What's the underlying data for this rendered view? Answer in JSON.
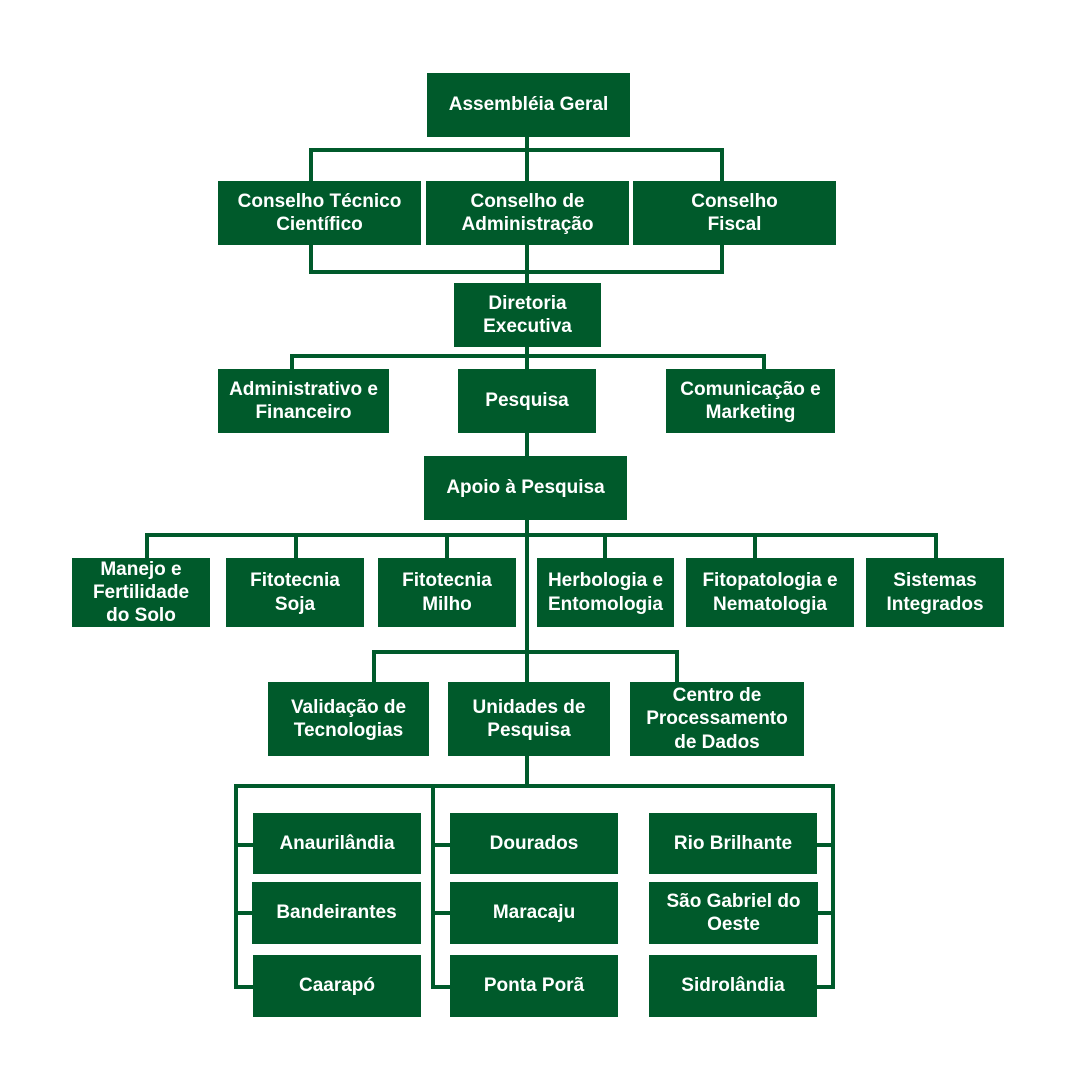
{
  "colors": {
    "box": "#005a2b",
    "line": "#005a2b",
    "text": "#ffffff"
  },
  "nodes": {
    "assembleia": "Assembléia Geral",
    "conselho_tecnico": "Conselho Técnico\nCientífico",
    "conselho_administracao": "Conselho de\nAdministração",
    "conselho_fiscal": "Conselho\nFiscal",
    "diretoria": "Diretoria\nExecutiva",
    "administrativo": "Administrativo e\nFinanceiro",
    "pesquisa": "Pesquisa",
    "comunicacao": "Comunicação e\nMarketing",
    "apoio": "Apoio à Pesquisa",
    "manejo": "Manejo e\nFertilidade\ndo Solo",
    "fitotecnia_soja": "Fitotecnia\nSoja",
    "fitotecnia_milho": "Fitotecnia\nMilho",
    "herbologia": "Herbologia e\nEntomologia",
    "fitopatologia": "Fitopatologia e\nNematologia",
    "sistemas": "Sistemas\nIntegrados",
    "validacao": "Validação de\nTecnologias",
    "unidades": "Unidades de\nPesquisa",
    "cpd": "Centro de\nProcessamento\nde Dados",
    "anaurilandia": "Anaurilândia",
    "bandeirantes": "Bandeirantes",
    "caarapo": "Caarapó",
    "dourados": "Dourados",
    "maracaju": "Maracaju",
    "ponta_pora": "Ponta Porã",
    "rio_brilhante": "Rio Brilhante",
    "sao_gabriel": "São Gabriel do\nOeste",
    "sidrolandia": "Sidrolândia"
  }
}
